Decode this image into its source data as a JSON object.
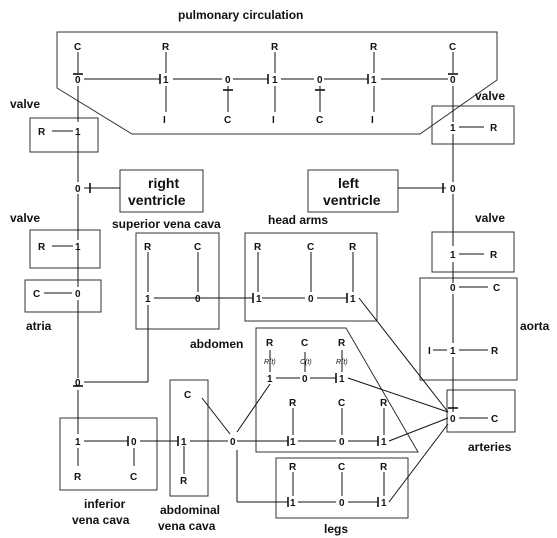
{
  "labels": {
    "pulmonary": "pulmonary circulation",
    "valve_tl": "valve",
    "valve_ml": "valve",
    "valve_tr": "valve",
    "valve_mr": "valve",
    "right_ventricle_1": "right",
    "right_ventricle_2": "ventricle",
    "left_ventricle_1": "left",
    "left_ventricle_2": "ventricle",
    "superior_vena_cava": "superior vena cava",
    "head_arms": "head arms",
    "atria": "atria",
    "aorta": "aorta",
    "abdomen": "abdomen",
    "arteries": "arteries",
    "inferior_vena_cava_1": "inferior",
    "inferior_vena_cava_2": "vena cava",
    "abdominal_vena_cava_1": "abdominal",
    "abdominal_vena_cava_2": "vena cava",
    "legs": "legs"
  },
  "symbols": {
    "junction0": "0",
    "junction1": "1",
    "resistor": "R",
    "capacitor": "C",
    "inertia": "I",
    "r_small": "R(t)",
    "c_small": "C(t)"
  }
}
